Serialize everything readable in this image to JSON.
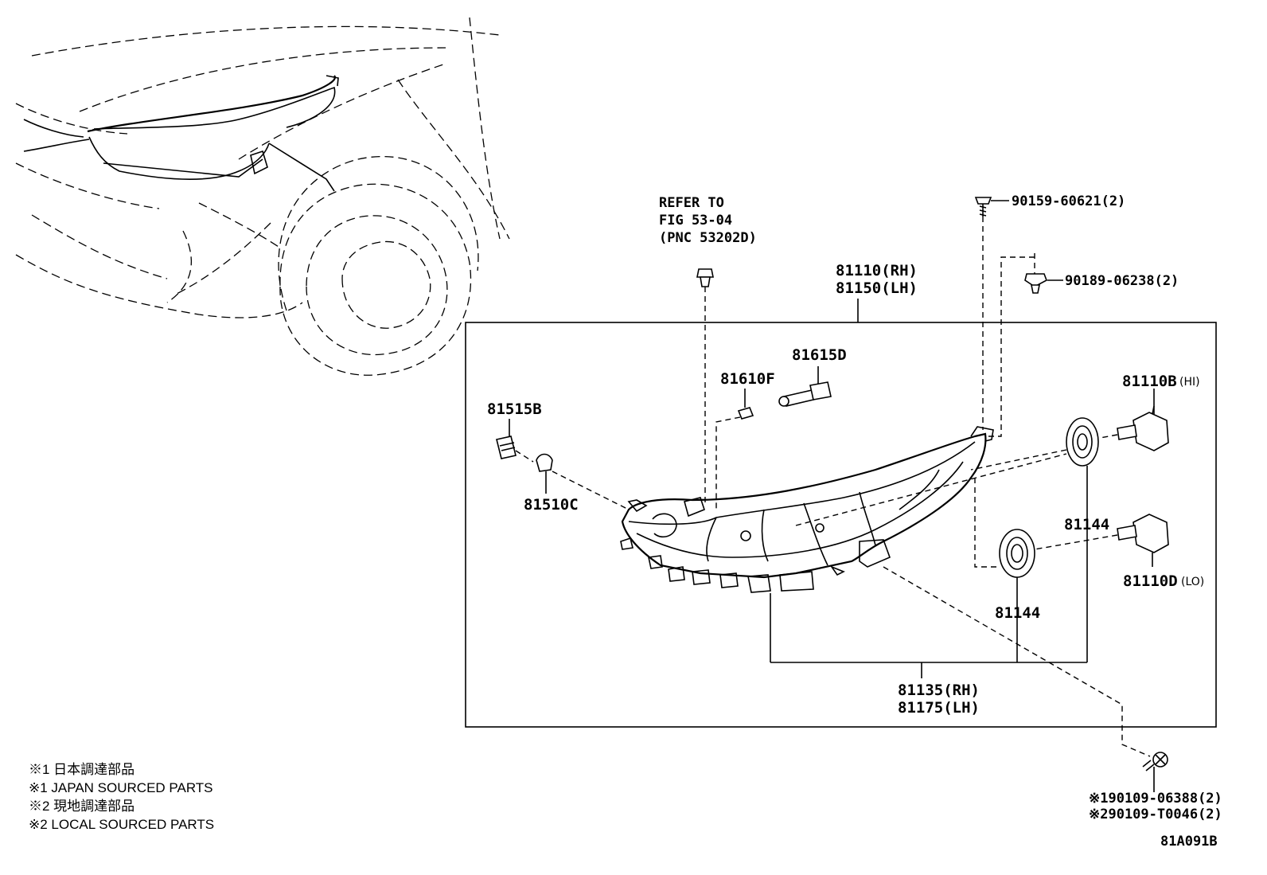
{
  "labels": {
    "refer_line1": "REFER TO",
    "refer_line2": "FIG 53-04",
    "refer_line3": "(PNC 53202D)",
    "screw_top": "90159-60621(2)",
    "clip_top": "90189-06238(2)",
    "assy_rh": "81110(RH)",
    "assy_lh": "81150(LH)",
    "p81615d": "81615D",
    "p81610f": "81610F",
    "p81515b": "81515B",
    "p81510c": "81510C",
    "p81110b": "81110B",
    "p81110b_tag": "(HI)",
    "p81144_upper": "81144",
    "p81144_lower": "81144",
    "p81110d": "81110D",
    "p81110d_tag": "(LO)",
    "cover_rh": "81135(RH)",
    "cover_lh": "81175(LH)",
    "bolt_1": "※190109-06388(2)",
    "bolt_2": "※290109-T0046(2)",
    "figure_id": "81A091B"
  },
  "notes": [
    "※1 日本調達部品",
    "※1 JAPAN SOURCED PARTS",
    "※2 現地調達部品",
    "※2 LOCAL SOURCED PARTS"
  ]
}
